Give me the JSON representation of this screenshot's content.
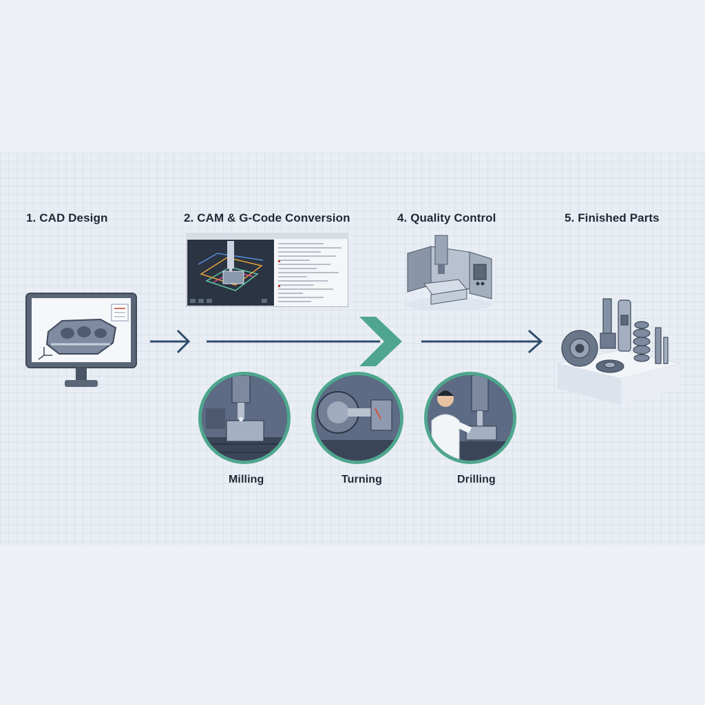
{
  "diagram": {
    "steps": [
      {
        "label": "1. CAD Design",
        "icon": "cad-monitor-icon"
      },
      {
        "label": "2. CAM & G-Code Conversion",
        "icon": "cam-software-window-icon"
      },
      {
        "label": "4. Quality Control",
        "icon": "cnc-machine-icon"
      },
      {
        "label": "5. Finished Parts",
        "icon": "machined-parts-icon"
      }
    ],
    "processes": [
      {
        "label": "Milling",
        "icon": "milling-icon"
      },
      {
        "label": "Turning",
        "icon": "lathe-turning-icon"
      },
      {
        "label": "Drilling",
        "icon": "drilling-operator-icon"
      }
    ]
  },
  "colors": {
    "accent": "#4fa68e",
    "arrow": "#2e4a6b",
    "label": "#1f2933",
    "background": "#edf1f6"
  }
}
